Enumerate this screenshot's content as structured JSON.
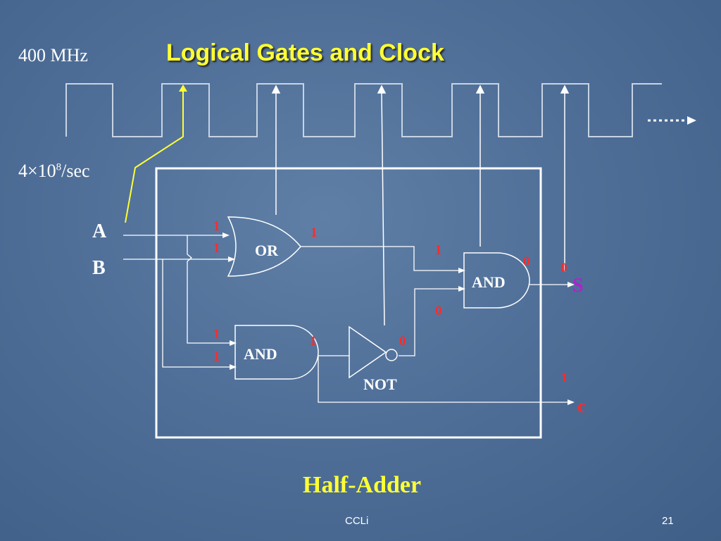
{
  "slide": {
    "title": "Logical Gates and Clock",
    "clock_frequency": "400 MHz",
    "clock_rate": {
      "base": "4×10",
      "exponent": "8",
      "unit": "/sec"
    },
    "input_a": "A",
    "input_b": "B",
    "output_s": "S",
    "output_c": "c",
    "caption": "Half-Adder",
    "footer_left": "CCLi",
    "page_number": "21"
  },
  "gates": {
    "or_label": "OR",
    "and_bottom_label": "AND",
    "and_top_label": "AND",
    "not_label": "NOT"
  },
  "bits": {
    "or_in_a": "1",
    "or_in_b": "1",
    "or_out": "1",
    "and_top_in1": "1",
    "and_top_out": "0",
    "and_top_in2": "0",
    "s_value": "0",
    "and_bottom_in_a": "1",
    "and_bottom_in_b": "1",
    "and_bottom_out": "1",
    "not_out": "0",
    "c_value": "1"
  },
  "colors": {
    "background": "#4f6f98",
    "title": "#ffff33",
    "bit": "#ff2a2a",
    "s_output": "#b020d0",
    "clock_pointer_highlight": "#ffff33",
    "wire": "#ffffff"
  }
}
